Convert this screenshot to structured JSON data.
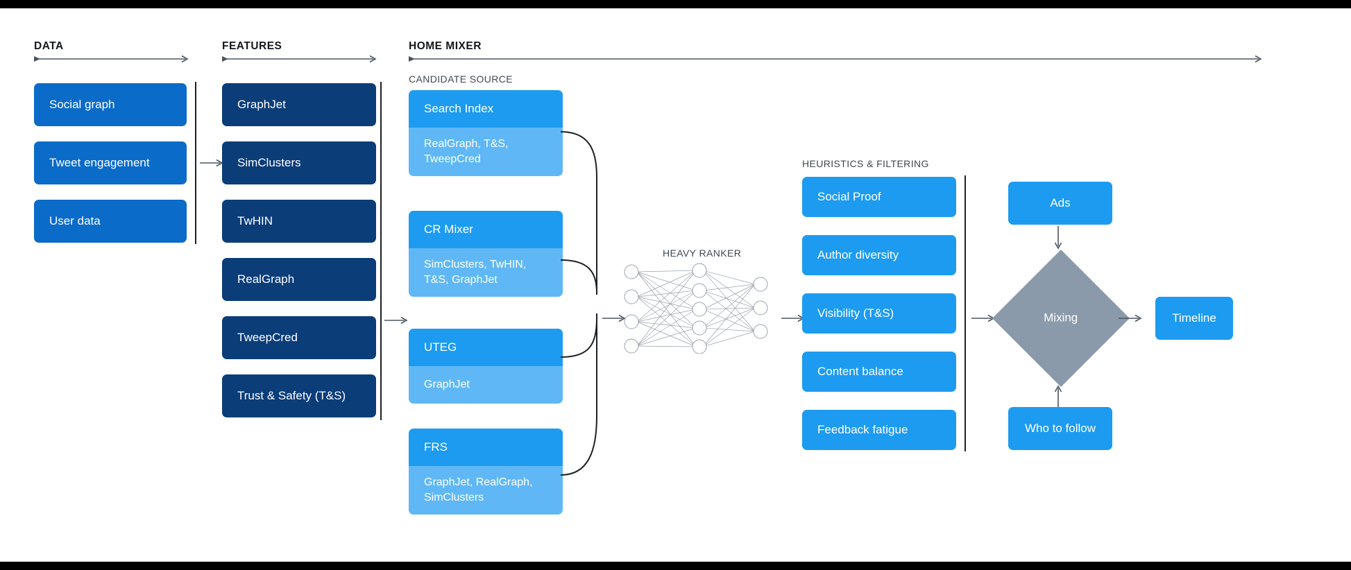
{
  "page": {
    "title": "Twitter Home Mixer recommendation pipeline diagram",
    "background": "#ffffff",
    "bar_color": "#000000"
  },
  "colors": {
    "data_blue": "#0b6bc8",
    "feature_navy": "#0b3d79",
    "accent_blue": "#1d9bf0",
    "light_blue": "#5fb8f5",
    "diamond_gray": "#8b9aaa",
    "line_gray": "#4a5560",
    "text_dark": "#14171a",
    "text_muted": "#3d4852"
  },
  "sections": {
    "data": {
      "title": "DATA",
      "items": [
        {
          "label": "Social graph"
        },
        {
          "label": "Tweet engagement"
        },
        {
          "label": "User data"
        }
      ]
    },
    "features": {
      "title": "FEATURES",
      "items": [
        {
          "label": "GraphJet"
        },
        {
          "label": "SimClusters"
        },
        {
          "label": "TwHIN"
        },
        {
          "label": "RealGraph"
        },
        {
          "label": "TweepCred"
        },
        {
          "label": "Trust & Safety (T&S)"
        }
      ]
    },
    "home_mixer": {
      "title": "HOME MIXER",
      "candidate_source": {
        "title": "CANDIDATE SOURCE",
        "items": [
          {
            "name": "Search Index",
            "features": "RealGraph, T&S, TweepCred"
          },
          {
            "name": "CR Mixer",
            "features": "SimClusters, TwHIN, T&S, GraphJet"
          },
          {
            "name": "UTEG",
            "features": "GraphJet"
          },
          {
            "name": "FRS",
            "features": "GraphJet, RealGraph, SimClusters"
          }
        ]
      },
      "heavy_ranker": {
        "title": "HEAVY RANKER",
        "network": {
          "input_nodes": 4,
          "hidden_nodes": 5,
          "output_nodes": 3
        }
      },
      "heuristics": {
        "title": "HEURISTICS & FILTERING",
        "items": [
          {
            "label": "Social Proof"
          },
          {
            "label": "Author diversity"
          },
          {
            "label": "Visibility (T&S)"
          },
          {
            "label": "Content balance"
          },
          {
            "label": "Feedback fatigue"
          }
        ]
      },
      "output": {
        "ads": "Ads",
        "who_to_follow": "Who to follow",
        "mixing": "Mixing",
        "timeline": "Timeline"
      }
    }
  },
  "icons": {
    "flow_arrow": "arrow-right-icon",
    "axis_arrow": "axis-arrow-icon",
    "down_arrow": "arrow-down-icon",
    "up_arrow": "arrow-up-icon"
  }
}
